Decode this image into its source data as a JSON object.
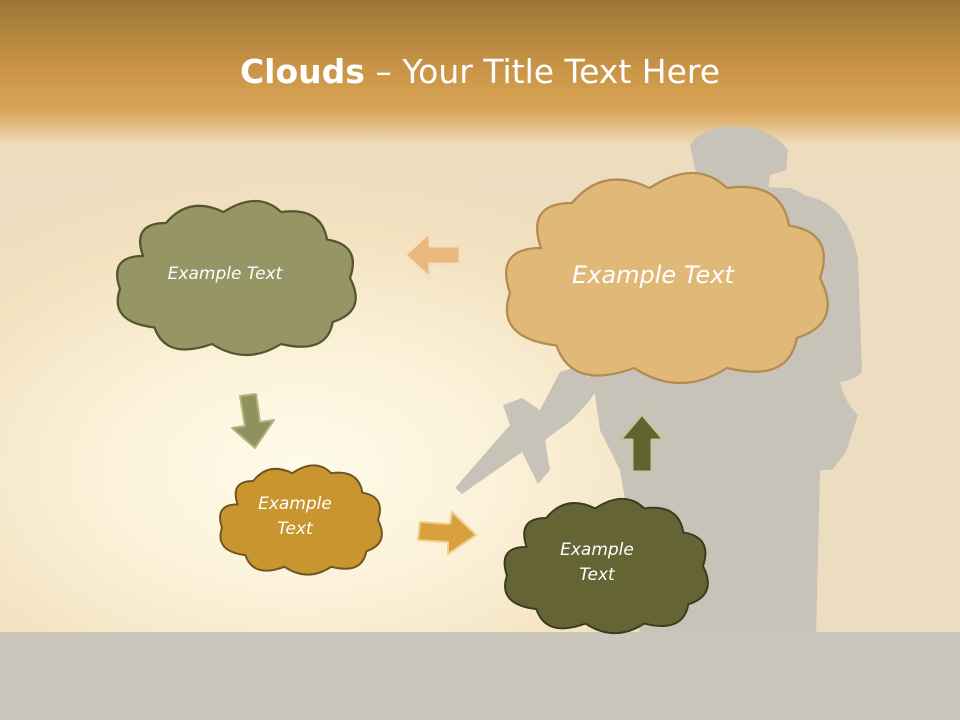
{
  "title": {
    "bold": "Clouds",
    "dash": " – ",
    "rest": "Your Title Text Here"
  },
  "colors": {
    "banner": "#c99446",
    "cloud_olive": "#959566",
    "cloud_tan": "#e0b877",
    "cloud_gold": "#c8952f",
    "cloud_dark": "#656434",
    "arrow_tan": "#e8b87e",
    "arrow_olive": "#8f925c",
    "arrow_gold": "#d9a040",
    "arrow_dark": "#5f6430",
    "silhouette": "#c7c3b8"
  },
  "clouds": [
    {
      "id": "olive",
      "text": "Example Text"
    },
    {
      "id": "tan",
      "text": "Example Text"
    },
    {
      "id": "gold",
      "line1": "Example",
      "line2": "Text"
    },
    {
      "id": "dark",
      "line1": "Example",
      "line2": "Text"
    }
  ]
}
